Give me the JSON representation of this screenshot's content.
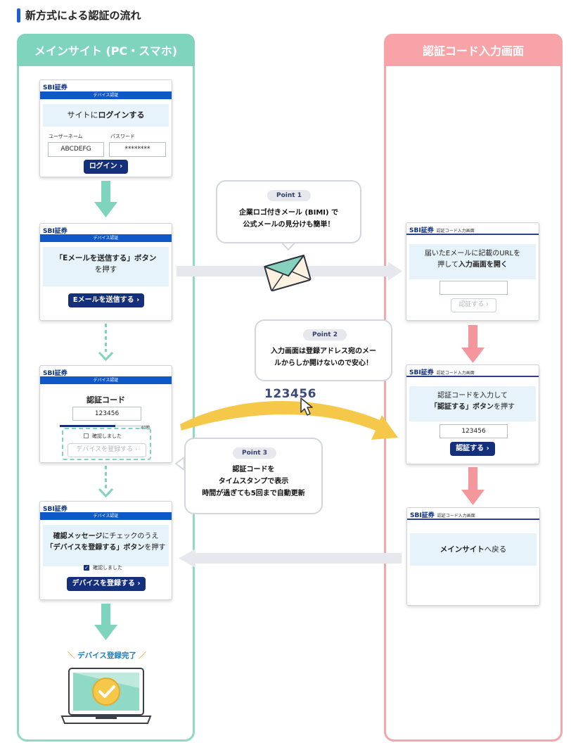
{
  "header": {
    "title": "新方式による認証の流れ"
  },
  "columns": {
    "left": "メインサイト (PC・スマホ)",
    "right": "認証コード入力画面"
  },
  "brand": {
    "logo": "SBI証券",
    "sub": "認証コード入力画面"
  },
  "screen1": {
    "bar": "デバイス認証",
    "lead_a": "サイトに",
    "lead_b": "ログインする",
    "user_label": "ユーザーネーム",
    "pass_label": "パスワード",
    "user_value": "ABCDEFG",
    "pass_value": "********",
    "button": "ログイン ›"
  },
  "screen2": {
    "bar": "デバイス認証",
    "lead_a": "「Eメールを送信する」ボタン",
    "lead_b": "を押す",
    "button": "Eメールを送信する ›"
  },
  "screen3": {
    "bar": "デバイス認証",
    "title": "認証コード",
    "code": "123456",
    "timer": "40秒",
    "checkbox_label": "確認しました",
    "button": "デバイスを登録する ›"
  },
  "screen4": {
    "bar": "デバイス認証",
    "lead_a1": "確認メッセージ",
    "lead_a2": "にチェックのうえ",
    "lead_b1": "「デバイスを登録する」ボタン",
    "lead_b2": "を押す",
    "checkbox_label": "確認しました",
    "button": "デバイスを登録する ›"
  },
  "complete": {
    "label": "デバイス登録完了"
  },
  "rscreen1": {
    "lead_a": "届いたEメールに記載のURLを",
    "lead_b1": "押して",
    "lead_b2": "入力画面を開く",
    "button": "認証する ›"
  },
  "rscreen2": {
    "lead_a": "認証コードを入力して",
    "lead_b1": "「認証する」ボタン",
    "lead_b2": "を押す",
    "code": "123456",
    "button": "認証する ›"
  },
  "rscreen3": {
    "lead_a": "メインサイト",
    "lead_b": "へ戻る"
  },
  "point1": {
    "tag": "Point 1",
    "line1": "企業ロゴ付きメール (BIMI) で",
    "line2": "公式メールの見分けも簡単！"
  },
  "point2": {
    "tag": "Point 2",
    "line1": "入力画面は登録アドレス宛のメー",
    "line2": "ルからしか開けないので安心！"
  },
  "point3": {
    "tag": "Point 3",
    "line1": "認証コードを",
    "line2": "タイムスタンプで表示",
    "line3": "時間が過ぎても5回まで自動更新"
  },
  "floating_code": "123456",
  "colors": {
    "mint": "#7ed4bd",
    "pink": "#f7a3a8",
    "navy": "#14307c",
    "blue_bar": "#0e58c8",
    "yellow": "#f6c84a"
  }
}
